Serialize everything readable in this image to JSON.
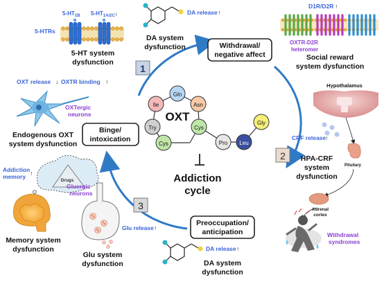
{
  "colors": {
    "cycle_arrow": "#2f7ac4",
    "blue_text": "#3a64d8",
    "purple_text": "#8a3fd0",
    "dark_text": "#111111",
    "stage_box_fill": "#c9d3e3",
    "amino_pink": "#f5b8b8",
    "amino_peach": "#f7c9a8",
    "amino_green": "#bfe6a8",
    "amino_gray": "#cfcfcf",
    "amino_blue": "#b7d6f4",
    "amino_navy": "#3b4fa0",
    "amino_yellow": "#f6f07a"
  },
  "center": {
    "oxt_label": "OXT",
    "addiction_line1": "Addiction",
    "addiction_line2": "cycle",
    "amino_acids": [
      "Gln",
      "Ile",
      "Asn",
      "Try",
      "Cys",
      "Cys",
      "Pro",
      "Leu",
      "Gly"
    ]
  },
  "stages": {
    "s1": {
      "number": "1",
      "line1": "Binge/",
      "line2": "intoxication"
    },
    "s2": {
      "number": "2",
      "line1": "Withdrawal/",
      "line2": "negative affect"
    },
    "s3": {
      "number": "3",
      "line1": "Preoccupation/",
      "line2": "anticipation"
    }
  },
  "top_left": {
    "ht1b": "5-HT",
    "ht1b_sub": "1B",
    "ht1ac": "5-HT",
    "ht1ac_sub": "1A/2C",
    "ht1ac_arrow": "↓",
    "htrs": "5-HTRs",
    "title1": "5-HT system",
    "title2": "dysfunction"
  },
  "top_center": {
    "release": "DA release",
    "arrow": "↑",
    "title1": "DA system",
    "title2": "dysfunction"
  },
  "top_right": {
    "receptor": "D1R/D2R",
    "receptor_arrow": "↑",
    "heteromer1": "OXTR-D2R",
    "heteromer2": "heteromer",
    "title1": "Social reward",
    "title2": "system dysfunction"
  },
  "left": {
    "oxt_release": "OXT release",
    "oxt_arrow": "↓",
    "oxtr_binding": "OXTR binding",
    "oxtr_arrow": "↑",
    "neurons1": "OXTergic",
    "neurons2": "neurons",
    "title1": "Endogenous OXT",
    "title2": "system dysfunction"
  },
  "right": {
    "hypothalamus": "Hypothalamus",
    "crf_release": "CRF release",
    "crf_arrow": "↑",
    "pituitary": "Pituitary",
    "title1": "HPA-CRF",
    "title2": "system",
    "title3": "dysfunction",
    "adrenal1": "Adrenal",
    "adrenal2": "cortex",
    "withdrawal1": "Withdrawal",
    "withdrawal2": "syndromes"
  },
  "bottom_left": {
    "addiction1": "Addiction",
    "addiction2": "memory",
    "memory_arrow": "↑",
    "drugs": "Drugs",
    "title1": "Memory system",
    "title2": "dysfunction"
  },
  "bottom_center": {
    "gluergic1": "Gluergic",
    "gluergic2": "neurons",
    "glu_release": "Glu release",
    "glu_arrow": "↑",
    "title1": "Glu system",
    "title2": "dysfunction"
  },
  "bottom_right": {
    "release": "DA release",
    "arrow": "↑",
    "title1": "DA system",
    "title2": "dysfunction"
  }
}
